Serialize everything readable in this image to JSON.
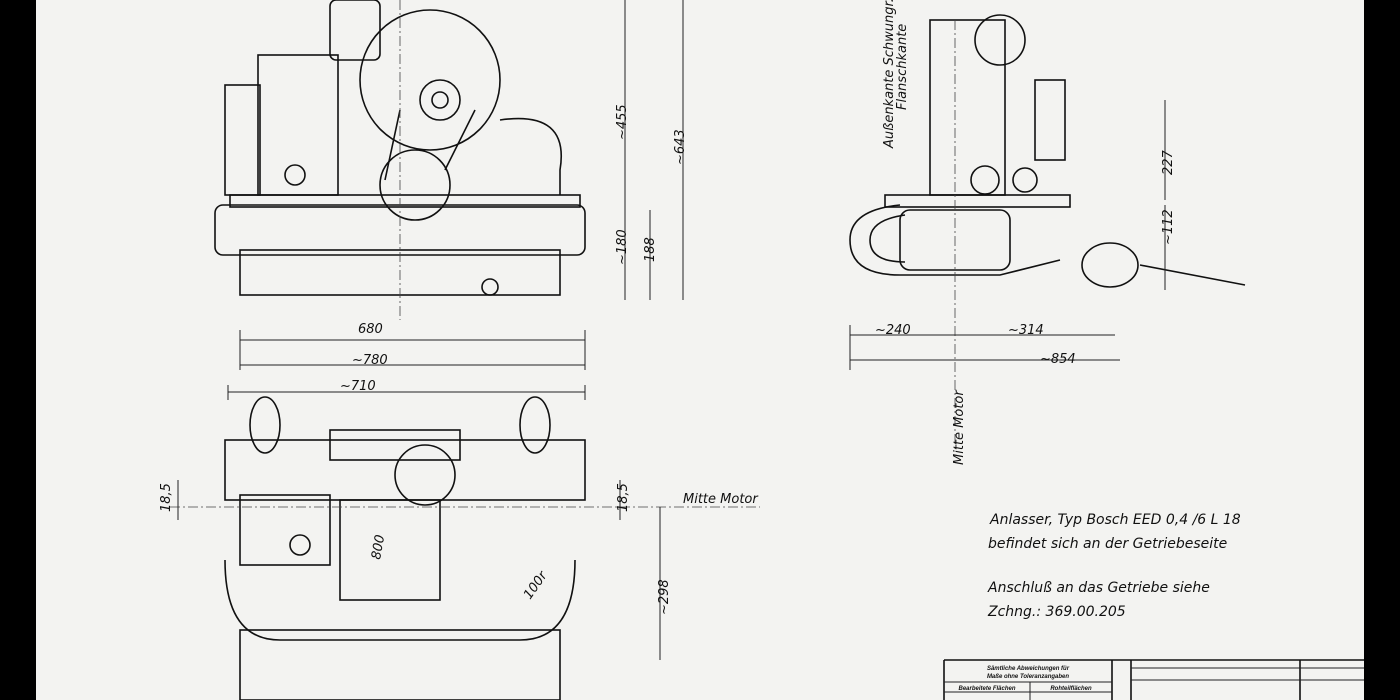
{
  "drawing": {
    "front_view": {
      "dims": {
        "width_680": "680",
        "width_780": "~780",
        "height_455": "~455",
        "height_643": "~643",
        "height_180": "~180",
        "height_188": "188"
      }
    },
    "side_view": {
      "labels": {
        "outer_edge": "Außenkante Schwungr.",
        "flange_edge": "Flanschkante"
      },
      "dims": {
        "d240": "~240",
        "d314": "~314",
        "d854": "~854",
        "h227": "227",
        "h112": "~112"
      },
      "center_label": "Mitte Motor"
    },
    "top_view": {
      "dims": {
        "width_710": "~710",
        "off_left": "18,5",
        "off_right": "18,5",
        "d800": "800",
        "r100": "100r",
        "d298": "~298"
      },
      "center_label": "Mitte Motor"
    },
    "notes": [
      "Anlasser, Typ Bosch EED 0,4 /6 L 18",
      "befindet sich an der Getriebeseite",
      "Anschluß an das Getriebe siehe",
      "Zchng.: 369.00.205"
    ],
    "title_block": {
      "heading_1": "Sämtliche Abweichungen für",
      "heading_2": "Maße ohne Toleranzangaben",
      "col_1": "Bearbeitete Flächen",
      "col_2": "Rohteilflächen"
    }
  }
}
